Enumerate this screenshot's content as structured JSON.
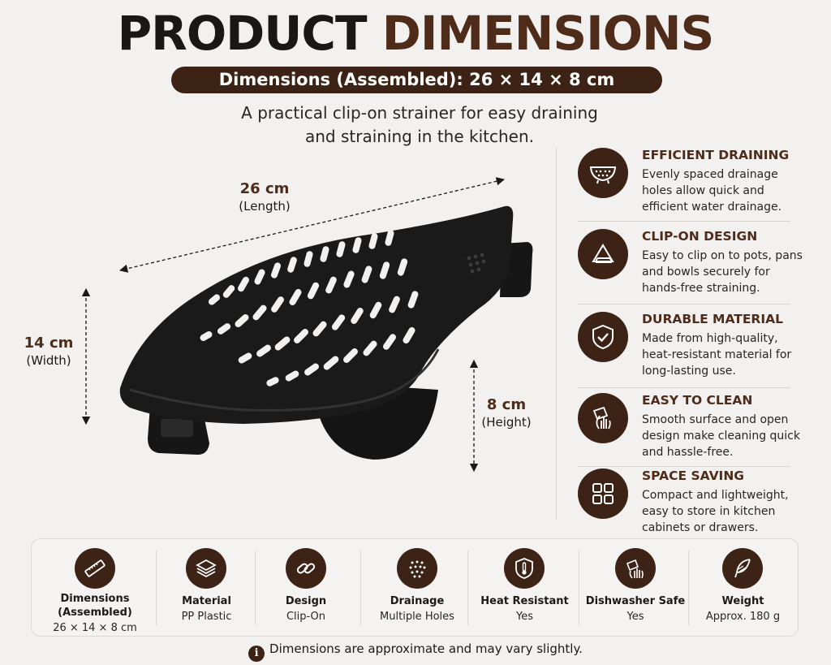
{
  "header": {
    "title_part1": "PRODUCT",
    "title_part2": "DIMENSIONS",
    "dimensions_pill": "Dimensions (Assembled): 26 × 14 × 8 cm",
    "subtitle_line1": "A practical clip-on strainer for easy draining",
    "subtitle_line2": "and straining in the kitchen."
  },
  "measurements": {
    "length": {
      "value": "26 cm",
      "label": "(Length)"
    },
    "width": {
      "value": "14 cm",
      "label": "(Width)"
    },
    "height": {
      "value": "8 cm",
      "label": "(Height)"
    }
  },
  "features": [
    {
      "icon": "colander-icon",
      "title": "EFFICIENT DRAINING",
      "text": "Evenly spaced drainage holes allow quick and efficient water drainage."
    },
    {
      "icon": "clip-icon",
      "title": "CLIP-ON DESIGN",
      "text": "Easy to clip on to pots, pans and bowls securely for hands-free straining."
    },
    {
      "icon": "shield-check-icon",
      "title": "DURABLE MATERIAL",
      "text": "Made from high-quality, heat-resistant material for long-lasting use."
    },
    {
      "icon": "hand-wipe-icon",
      "title": "EASY TO CLEAN",
      "text": "Smooth surface and open design make cleaning quick and hassle-free."
    },
    {
      "icon": "grid-icon",
      "title": "SPACE SAVING",
      "text": "Compact and lightweight, easy to store in kitchen cabinets or drawers."
    }
  ],
  "specs": [
    {
      "icon": "ruler-icon",
      "label": "Dimensions (Assembled)",
      "label_line1": "Dimensions",
      "label_line2": "(Assembled)",
      "value": "26 × 14 × 8 cm"
    },
    {
      "icon": "layers-icon",
      "label": "Material",
      "value": "PP Plastic"
    },
    {
      "icon": "chain-link-icon",
      "label": "Design",
      "value": "Clip-On"
    },
    {
      "icon": "dots-icon",
      "label": "Drainage",
      "value": "Multiple Holes"
    },
    {
      "icon": "thermometer-shield-icon",
      "label": "Heat Resistant",
      "value": "Yes"
    },
    {
      "icon": "dishwasher-hand-icon",
      "label": "Dishwasher Safe",
      "value": "Yes"
    },
    {
      "icon": "feather-icon",
      "label": "Weight",
      "value": "Approx. 180 g"
    }
  ],
  "footnote": {
    "icon": "info-icon",
    "text": "Dimensions are approximate and may vary slightly."
  },
  "colors": {
    "brand_brown": "#3d2216",
    "accent_brown": "#4e2c19",
    "background": "#f2f1ef",
    "product_black": "#1a1a1a"
  }
}
